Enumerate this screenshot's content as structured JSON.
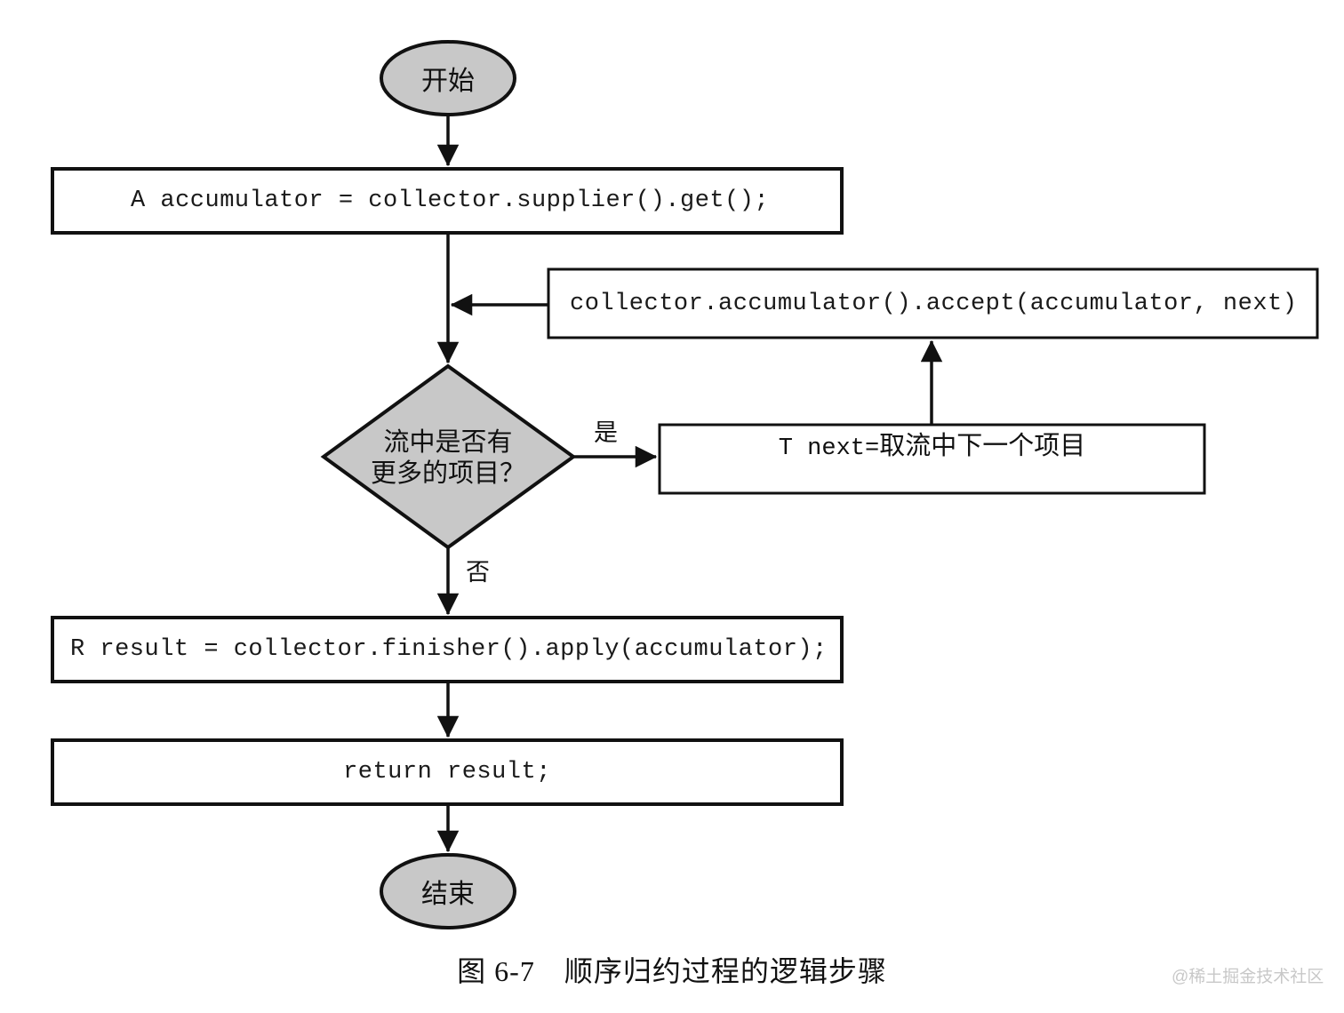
{
  "figure": {
    "caption": "图 6-7　顺序归约过程的逻辑步骤",
    "watermark": "@稀土掘金技术社区",
    "colors": {
      "shape_fill_gray": "#c8c8c8",
      "shape_fill_white": "#ffffff",
      "stroke": "#111111",
      "text": "#111111",
      "watermark": "#c8c8c8",
      "background": "#ffffff"
    }
  },
  "nodes": {
    "start": {
      "type": "terminator",
      "label": "开始"
    },
    "supplier": {
      "type": "process",
      "label": "A accumulator = collector.supplier().get();"
    },
    "accumulate": {
      "type": "process",
      "label": "collector.accumulator().accept(accumulator, next)"
    },
    "decision": {
      "type": "decision",
      "line1": "流中是否有",
      "line2": "更多的项目？"
    },
    "next_item": {
      "type": "process",
      "label_code": "T next",
      "label_eq": " = ",
      "label_cjk": "取流中下一个项目"
    },
    "finisher": {
      "type": "process",
      "label": "R result = collector.finisher().apply(accumulator);"
    },
    "return": {
      "type": "process",
      "label": "return result;"
    },
    "end": {
      "type": "terminator",
      "label": "结束"
    }
  },
  "edges": {
    "yes_label": "是",
    "no_label": "否"
  }
}
